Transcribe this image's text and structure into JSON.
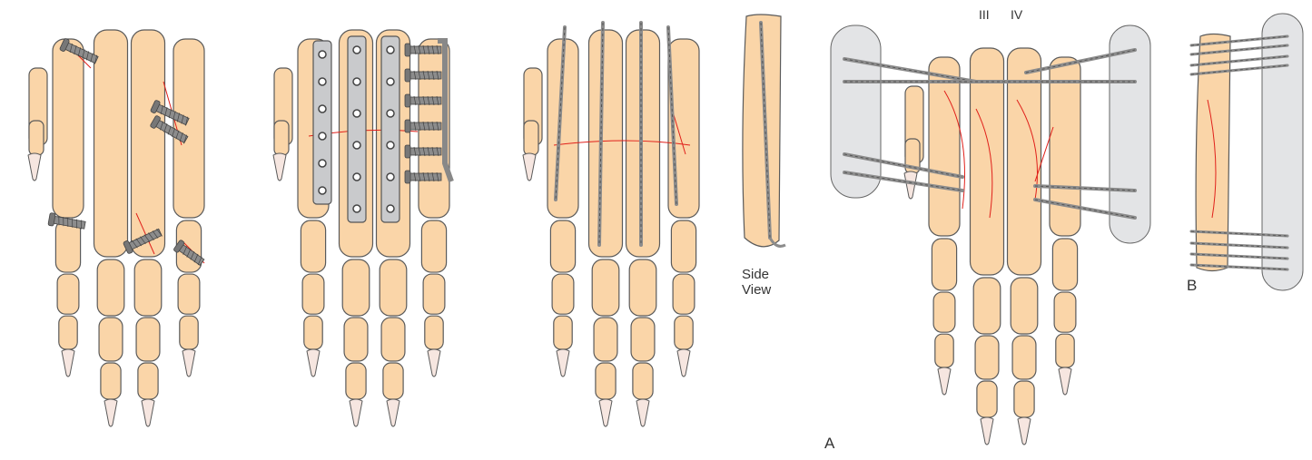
{
  "figure": {
    "panels": [
      {
        "id": "lag-screws",
        "caption": ""
      },
      {
        "id": "bone-plates",
        "caption": ""
      },
      {
        "id": "intramedullary-pins",
        "caption": ""
      },
      {
        "id": "side-view",
        "caption": "Side\nView"
      },
      {
        "id": "external-fixator-dorsal",
        "caption": "A"
      },
      {
        "id": "external-fixator-lateral",
        "caption": "B"
      }
    ],
    "labels": {
      "side_view": "Side",
      "side_view_2": "View",
      "digit_three": "III",
      "digit_four": "IV",
      "panel_a": "A",
      "panel_b": "B"
    }
  },
  "colors": {
    "bone": "#FAD5A8",
    "outline": "#5a5a5a",
    "claw": "#F6E6E0",
    "implant": "#8C8C8C",
    "fracture": "#E0201A",
    "fixator_bar": "#E3E4E6"
  }
}
